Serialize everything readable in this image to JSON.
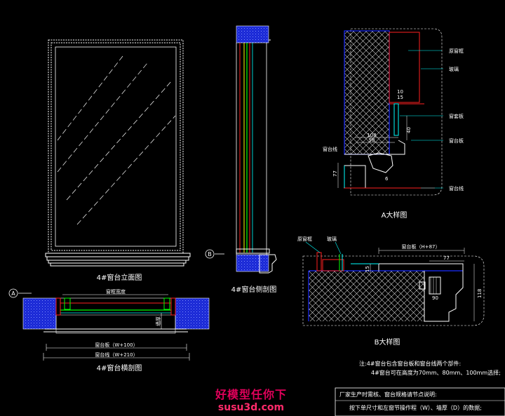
{
  "views": {
    "elevation_title": "4#窗台立面图",
    "section_title": "4#窗台侧剖图",
    "plan_title": "4#窗台横剖图",
    "detail_a_title": "A大样图",
    "detail_b_title": "B大样图"
  },
  "plan_dims": {
    "top": "窗框宽度",
    "side": "墙厚",
    "board": "窗台板（W+100）",
    "line": "窗台线（W+210）"
  },
  "section_markers": {
    "a": "A",
    "b": "B"
  },
  "detail_a": {
    "labels": [
      "原窗框",
      "玻璃",
      "窗套板",
      "窗台板",
      "窗台线"
    ],
    "dims": [
      "10",
      "15",
      "108",
      "98",
      "40",
      "77",
      "6"
    ]
  },
  "detail_b": {
    "labels": [
      "原窗框",
      "玻璃",
      "窗台板（H+87）"
    ],
    "dims": [
      "15",
      "77",
      "90",
      "118"
    ]
  },
  "notes": {
    "line1": "注:4#窗台包含窗台板和窗台线两个部件:",
    "line2": "4#窗台可在高度为70mm、80mm、100mm选择;"
  },
  "title_block": {
    "line1": "厂家生产时需核、窗台规格请节点说明:",
    "line2": "按下单尺寸和左窗节操作程（W）、墙厚（D）的数据;"
  },
  "watermark": {
    "line1": "好模型任你下",
    "line2": "susu3d.com"
  },
  "colors": {
    "background": "#000000",
    "white": "#ffffff",
    "cyan": "#00ffff",
    "blue": "#1a2cff",
    "red": "#ff2020",
    "green": "#00ff00",
    "yellow": "#ffff00",
    "watermark": "#e0005a"
  }
}
